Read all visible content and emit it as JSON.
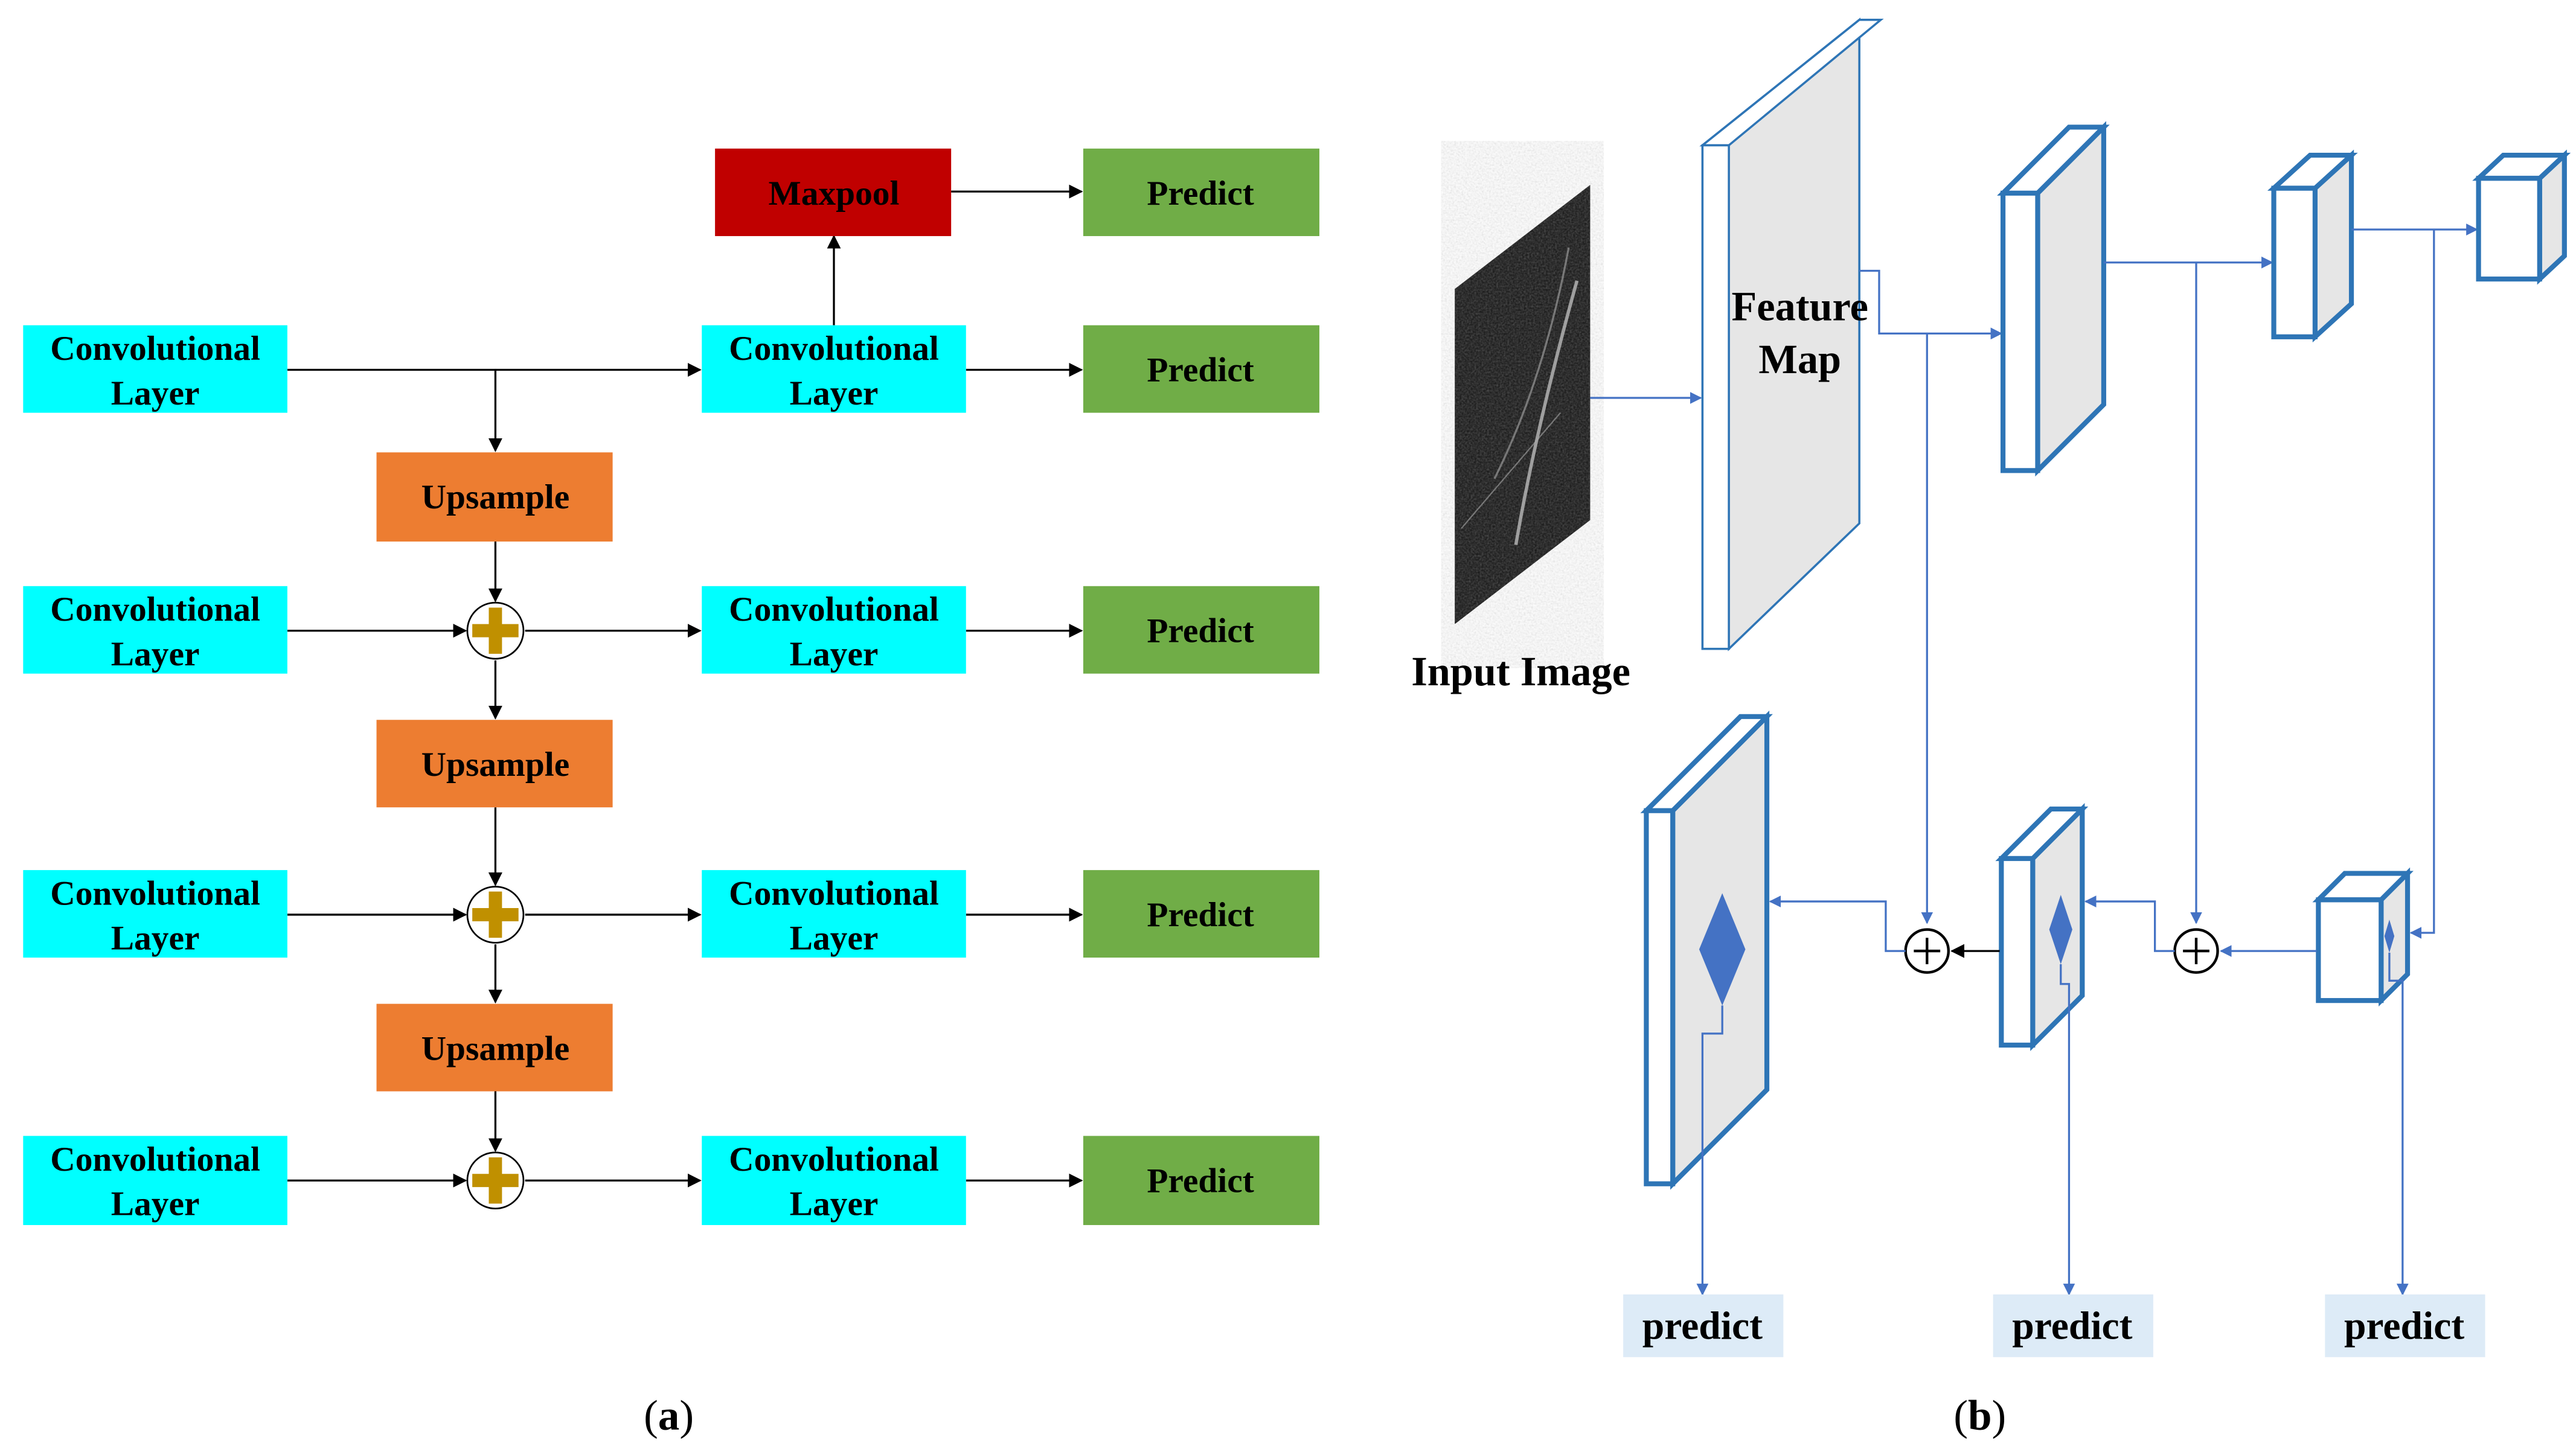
{
  "panel_a": {
    "caption_open": "(",
    "caption_letter": "a",
    "caption_close": ")",
    "conv_line1": "Convolutional",
    "conv_line2": "Layer",
    "upsample": "Upsample",
    "maxpool": "Maxpool",
    "predict": "Predict"
  },
  "panel_b": {
    "caption_open": "(",
    "caption_letter": "b",
    "caption_close": ")",
    "input_image_label": "Input Image",
    "feature_map_line1": "Feature",
    "feature_map_line2": "Map",
    "predict": "predict"
  },
  "colors": {
    "conv": "#00ffff",
    "upsample": "#ed7d31",
    "maxpool": "#c00000",
    "predict": "#70ad47",
    "plus_fill": "#c09000",
    "blue_line": "#4472c4",
    "blue_stroke": "#2e75b6",
    "map_fill": "#e6e6e6",
    "diamond": "#4472c4",
    "predict_b_fill": "#ddebf7"
  }
}
